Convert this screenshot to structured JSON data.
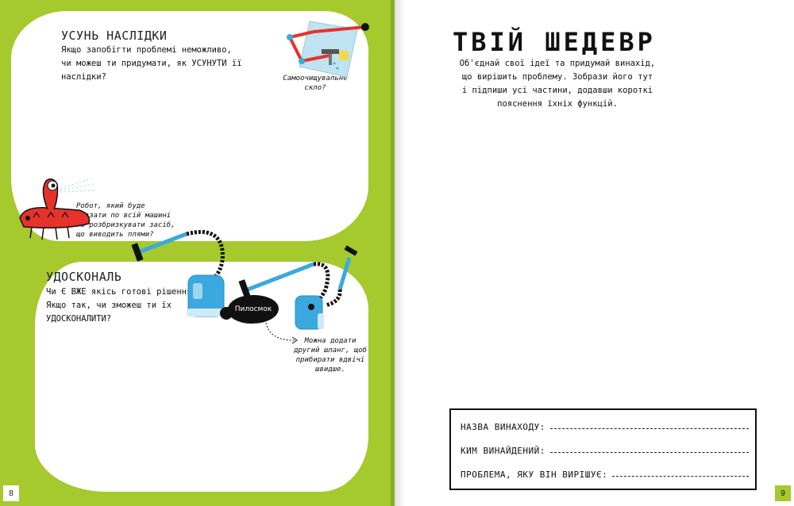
{
  "left_page": {
    "section1": {
      "heading": "УСУНЬ НАСЛІДКИ",
      "text": "Якщо запобігти проблемі неможливо,\nчи можеш ти придумати, як УСУНУТИ її наслідки?",
      "window_caption": "Самоочищувальне\nскло?",
      "robot_caption": "Робот, який буде\nповзати по всій машині\nта розбризкувати засіб,\nщо виводить плями?"
    },
    "section2": {
      "heading": "УДОСКОНАЛЬ",
      "text": "Чи Є ВЖЕ якісь готові рішення?\nЯкщо так, чи зможеш ти їх\nУДОСКОНАЛИТИ?",
      "badge": "Пилосмок",
      "vacuum_caption": "Можна додати\nдругий шланг, щоб\nприбирати вдвічі\nшвидше."
    },
    "page_number": "8"
  },
  "right_page": {
    "title": "ТВІЙ ШЕДЕВР",
    "intro": "Об'єднай свої ідеї та придумай винахід,\nщо вирішить проблему. Зобрази його тут\nі підпиши усі частини, додавши короткі\nпояснення їхніх функцій.",
    "form": {
      "invention_name_label": "НАЗВА ВИНАХОДУ:",
      "inventor_label": "КИМ ВИНАЙДЕНИЙ:",
      "problem_label": "ПРОБЛЕМА, ЯКУ ВІН ВИРІШУЄ:"
    },
    "page_number": "9"
  },
  "colors": {
    "green": "#a6c92d",
    "red": "#e5322b",
    "blue": "#3aa9df",
    "black": "#111111"
  }
}
